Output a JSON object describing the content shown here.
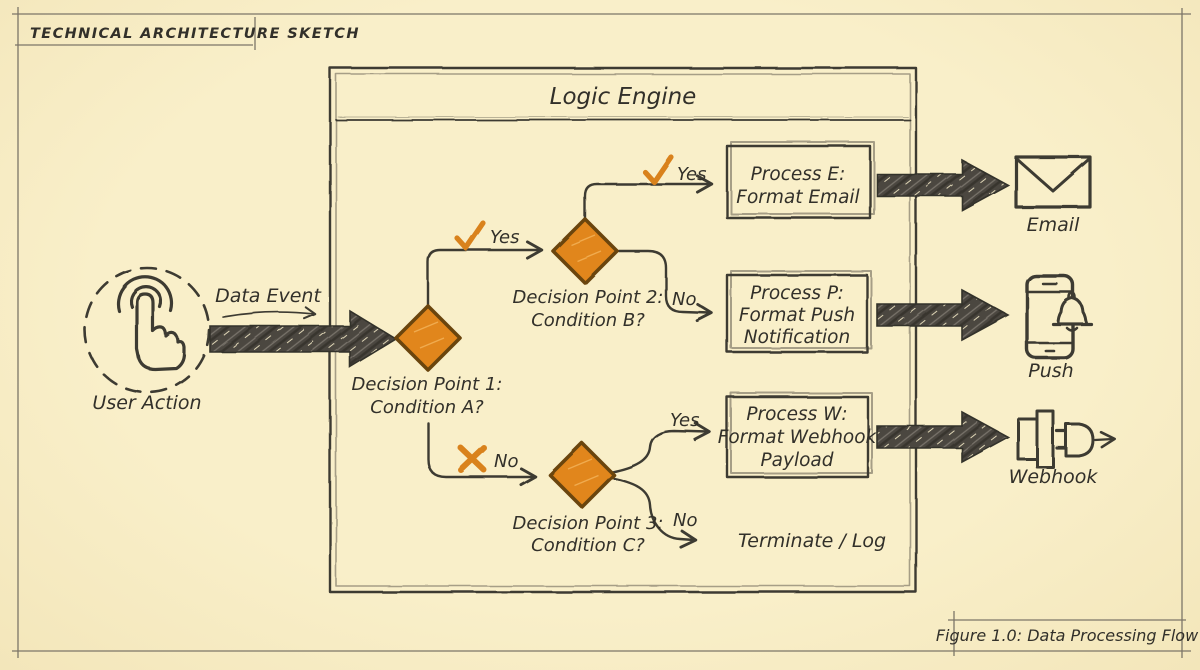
{
  "colors": {
    "background": "#f8eec8",
    "ink": "#3e3b32",
    "accent_orange": "#e1861c",
    "diamond_border": "#7a4c12",
    "arrow_fill": "#4b4741"
  },
  "header": {
    "title": "TECHNICAL ARCHITECTURE SKETCH"
  },
  "footer": {
    "caption": "Figure 1.0: Data Processing Flow"
  },
  "input": {
    "label": "User Action",
    "event_label": "Data Event",
    "icon": "tap-icon"
  },
  "logic_engine": {
    "title": "Logic Engine",
    "decisions": [
      {
        "label_line1": "Decision Point 1:",
        "label_line2": "Condition A?",
        "yes": "Yes",
        "no": "No"
      },
      {
        "label_line1": "Decision Point 2:",
        "label_line2": "Condition B?",
        "yes": "Yes",
        "no": "No"
      },
      {
        "label_line1": "Decision Point 3:",
        "label_line2": "Condition C?",
        "yes": "Yes",
        "no": "No"
      }
    ],
    "processes": [
      {
        "lines": [
          "Process E:",
          "Format Email",
          ""
        ]
      },
      {
        "lines": [
          "Process P:",
          "Format Push",
          "Notification"
        ]
      },
      {
        "lines": [
          "Process W:",
          "Format Webhook",
          "Payload"
        ]
      }
    ],
    "terminate_label": "Terminate / Log"
  },
  "outputs": [
    {
      "label": "Email",
      "icon": "email-icon"
    },
    {
      "label": "Push",
      "icon": "push-icon"
    },
    {
      "label": "Webhook",
      "icon": "webhook-icon"
    }
  ]
}
